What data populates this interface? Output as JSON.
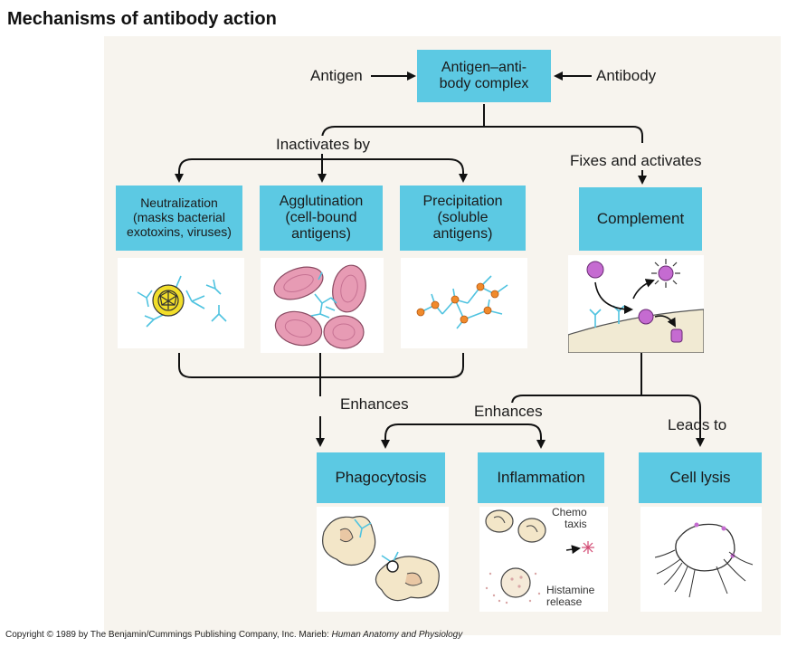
{
  "title": "Mechanisms of antibody action",
  "nodes": {
    "complex": [
      "Antigen–anti-",
      "body complex"
    ],
    "neutralization": [
      "Neutralization",
      "(masks bacterial",
      "exotoxins, viruses)"
    ],
    "agglutination": [
      "Agglutination",
      "(cell-bound",
      "antigens)"
    ],
    "precipitation": [
      "Precipitation",
      "(soluble",
      "antigens)"
    ],
    "complement": "Complement",
    "phagocytosis": "Phagocytosis",
    "inflammation": "Inflammation",
    "cell_lysis": "Cell lysis"
  },
  "labels": {
    "antigen": "Antigen",
    "antibody": "Antibody",
    "inactivates_by": "Inactivates by",
    "fixes_and_activates": "Fixes and activates",
    "enhances_left": "Enhances",
    "enhances_right": "Enhances",
    "leads_to": "Leads to",
    "chemotaxis": [
      "Chemo",
      "taxis"
    ],
    "histamine_release": [
      "Histamine",
      "release"
    ]
  },
  "copyright_prefix": "Copyright © 1989 by The Benjamin/Cummings Publishing Company, Inc. Marieb: ",
  "copyright_book": "Human Anatomy and Physiology",
  "colors": {
    "box": "#5cc9e3",
    "antibody": "#4fc3e0",
    "cell": "#e79bb4",
    "antigen_dot": "#f08a2c",
    "virus": "#f2de2a",
    "complement": "#c56bd1",
    "phagocyte": "#f3e6c8"
  }
}
